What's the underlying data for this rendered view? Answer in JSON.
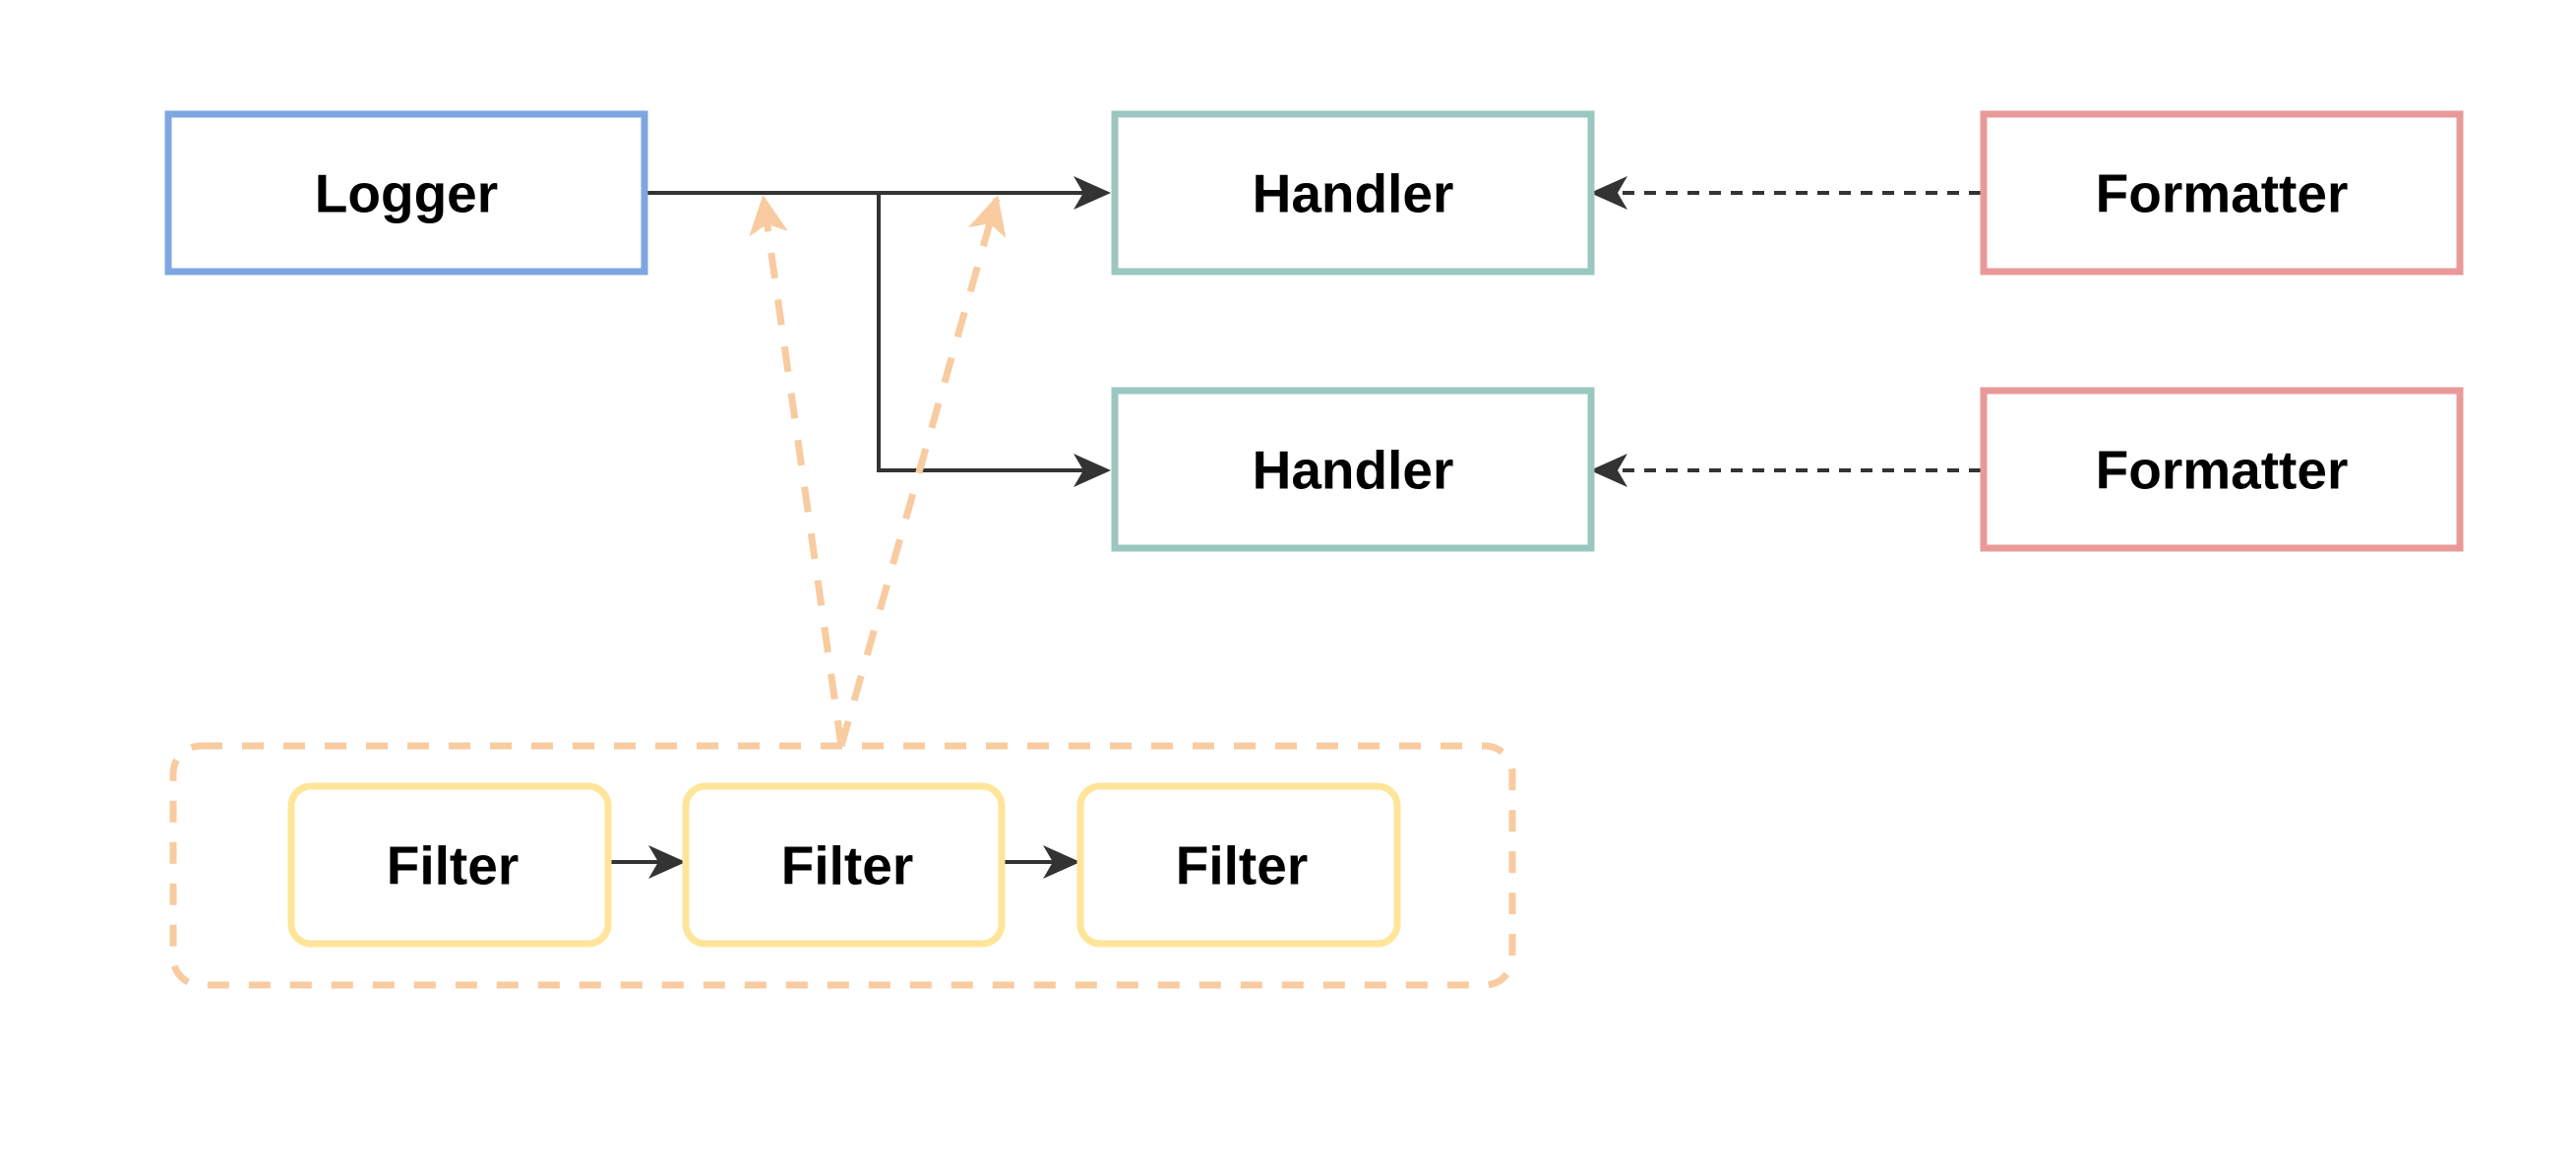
{
  "colors": {
    "logger": "#7ea6e0",
    "handler": "#9ac7bf",
    "formatter": "#ea9999",
    "filter": "#ffe599",
    "filter_group": "#f8cba0",
    "arrow": "#333333",
    "text": "#000000"
  },
  "logger": {
    "label": "Logger"
  },
  "handlers": [
    {
      "label": "Handler"
    },
    {
      "label": "Handler"
    }
  ],
  "formatters": [
    {
      "label": "Formatter"
    },
    {
      "label": "Formatter"
    }
  ],
  "filters": [
    {
      "label": "Filter"
    },
    {
      "label": "Filter"
    },
    {
      "label": "Filter"
    }
  ]
}
